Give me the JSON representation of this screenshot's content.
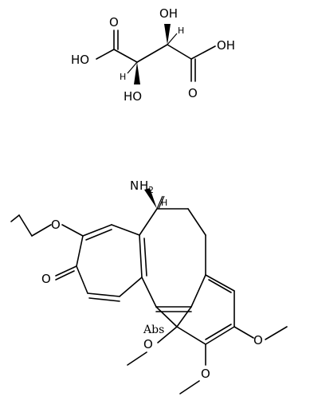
{
  "molecules": [
    {
      "name": "tartaric-acid",
      "labels": {
        "o_top_left": "O",
        "oh_top": "OH",
        "ho_left": "HO",
        "oh_right": "OH",
        "ho_bottom": "HO",
        "o_bottom_right": "O",
        "h_left": "H",
        "h_right": "H"
      }
    },
    {
      "name": "colchicine-amine",
      "labels": {
        "n_top": "N",
        "h_top": "H",
        "h_sub": "2",
        "o_left": "O",
        "o_ketone": "O",
        "o_ring_a1": "O",
        "o_ring_a2": "O",
        "o_ring_a3": "O",
        "abs": "Abs",
        "h_ring": "H"
      }
    }
  ],
  "colors": {
    "bond": "#000000",
    "background": "#ffffff"
  }
}
